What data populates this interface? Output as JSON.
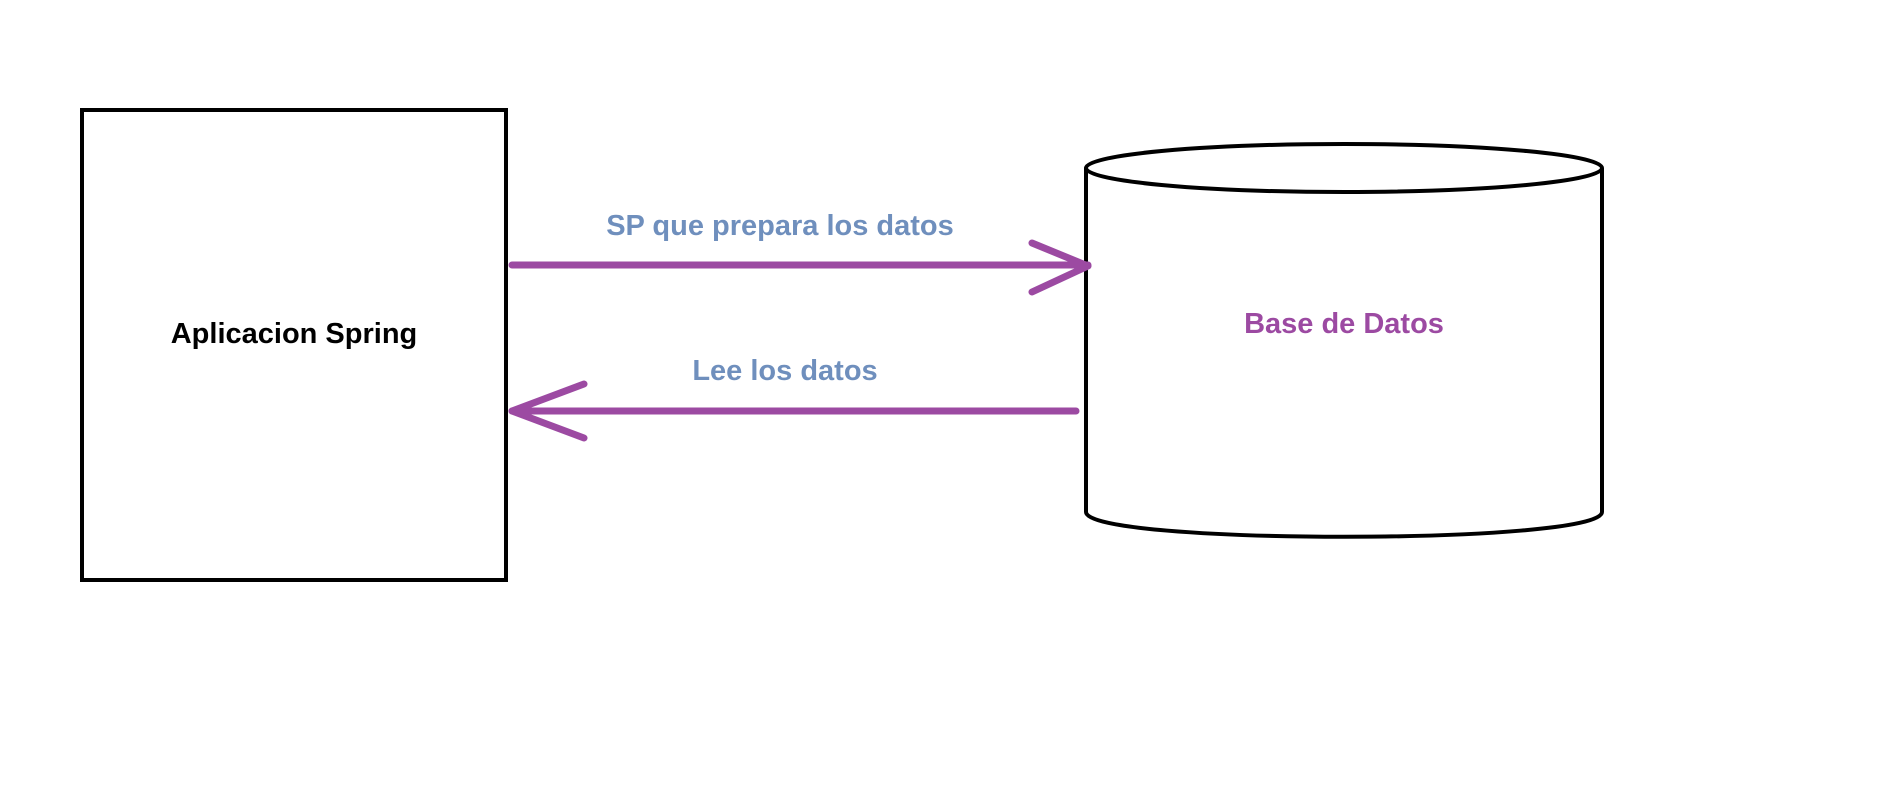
{
  "diagram": {
    "nodes": {
      "app": {
        "label": "Aplicacion Spring"
      },
      "database": {
        "label": "Base de Datos"
      }
    },
    "edges": {
      "to_db": {
        "label": "SP que prepara los datos",
        "from": "app",
        "to": "database"
      },
      "to_app": {
        "label": "Lee los datos",
        "from": "database",
        "to": "app"
      }
    },
    "colors": {
      "node_border": "#000000",
      "arrow": "#9c4aa2",
      "edge_text": "#6f8fbd",
      "db_text": "#9c4aa2",
      "app_text": "#000000"
    }
  }
}
